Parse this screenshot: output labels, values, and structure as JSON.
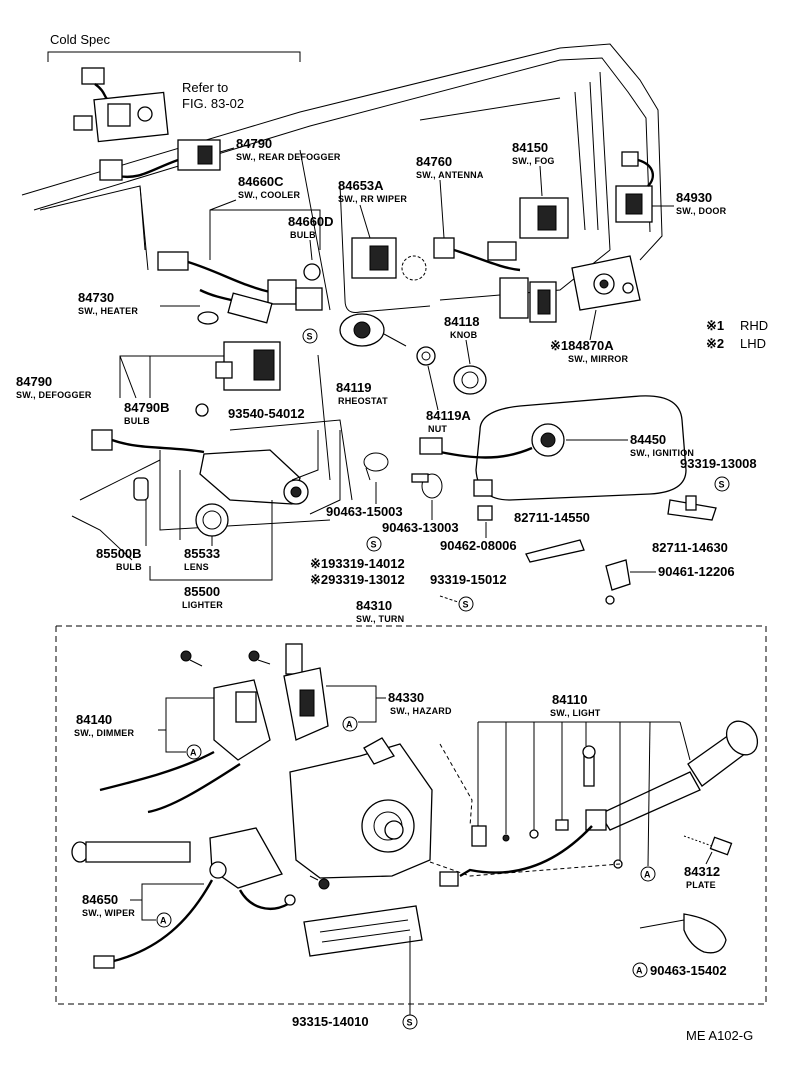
{
  "header": {
    "cold_spec": "Cold Spec",
    "refer_line1": "Refer to",
    "refer_line2": "FIG. 83-02"
  },
  "legend": {
    "mark1": "※1",
    "mark1_text": "RHD",
    "mark2": "※2",
    "mark2_text": "LHD"
  },
  "circle_marks": {
    "s": "S",
    "a": "A"
  },
  "parts": {
    "p84790_rear": {
      "num": "84790",
      "desc": "SW., REAR DEFOGGER"
    },
    "p84660c": {
      "num": "84660C",
      "desc": "SW., COOLER"
    },
    "p84653a": {
      "num": "84653A",
      "desc": "SW., RR WIPER"
    },
    "p84660d": {
      "num": "84660D",
      "desc": "BULB"
    },
    "p84760": {
      "num": "84760",
      "desc": "SW., ANTENNA"
    },
    "p84150": {
      "num": "84150",
      "desc": "SW., FOG"
    },
    "p84930": {
      "num": "84930",
      "desc": "SW., DOOR"
    },
    "p84730": {
      "num": "84730",
      "desc": "SW., HEATER"
    },
    "p84118": {
      "num": "84118",
      "desc": "KNOB"
    },
    "p184870a": {
      "num": "※184870A",
      "desc": "SW., MIRROR"
    },
    "p84790_def": {
      "num": "84790",
      "desc": "SW., DEFOGGER"
    },
    "p84119": {
      "num": "84119",
      "desc": "RHEOSTAT"
    },
    "p84119a": {
      "num": "84119A",
      "desc": "NUT"
    },
    "p84790b": {
      "num": "84790B",
      "desc": "BULB"
    },
    "p93540": {
      "num": "93540-54012"
    },
    "p84450": {
      "num": "84450",
      "desc": "SW., IGNITION"
    },
    "p93319_13008": {
      "num": "93319-13008"
    },
    "p90463_15003": {
      "num": "90463-15003"
    },
    "p90463_13003": {
      "num": "90463-13003"
    },
    "p82711_14550": {
      "num": "82711-14550"
    },
    "p90462": {
      "num": "90462-08006"
    },
    "p82711_14630": {
      "num": "82711-14630"
    },
    "p85500b": {
      "num": "85500B",
      "desc": "BULB"
    },
    "p85533": {
      "num": "85533",
      "desc": "LENS"
    },
    "p1_93319": {
      "num": "※193319-14012"
    },
    "p2_93319": {
      "num": "※293319-13012"
    },
    "p93319_15012": {
      "num": "93319-15012"
    },
    "p90461": {
      "num": "90461-12206"
    },
    "p85500": {
      "num": "85500",
      "desc": "LIGHTER"
    },
    "p84310": {
      "num": "84310",
      "desc": "SW., TURN"
    },
    "p84330": {
      "num": "84330",
      "desc": "SW., HAZARD"
    },
    "p84140": {
      "num": "84140",
      "desc": "SW., DIMMER"
    },
    "p84110": {
      "num": "84110",
      "desc": "SW., LIGHT"
    },
    "p84650": {
      "num": "84650",
      "desc": "SW., WIPER"
    },
    "p84312": {
      "num": "84312",
      "desc": "PLATE"
    },
    "p90463_15402": {
      "num": "90463-15402"
    },
    "p93315": {
      "num": "93315-14010"
    }
  },
  "footer": {
    "code": "ME A102-G"
  }
}
